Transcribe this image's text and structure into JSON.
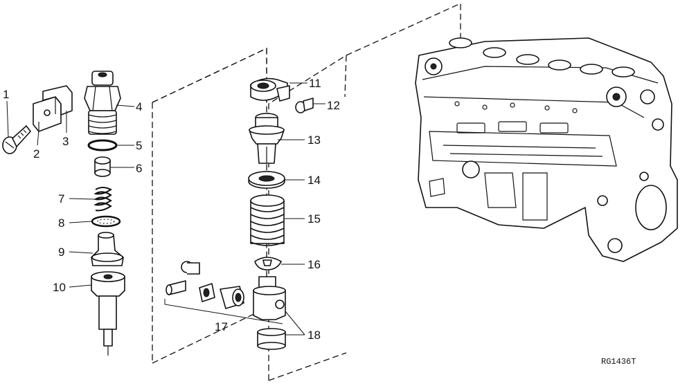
{
  "callouts": [
    "1",
    "2",
    "3",
    "4",
    "5",
    "6",
    "7",
    "8",
    "9",
    "10",
    "11",
    "12",
    "13",
    "14",
    "15",
    "16",
    "17",
    "18"
  ],
  "figure_code": "RG1436T"
}
